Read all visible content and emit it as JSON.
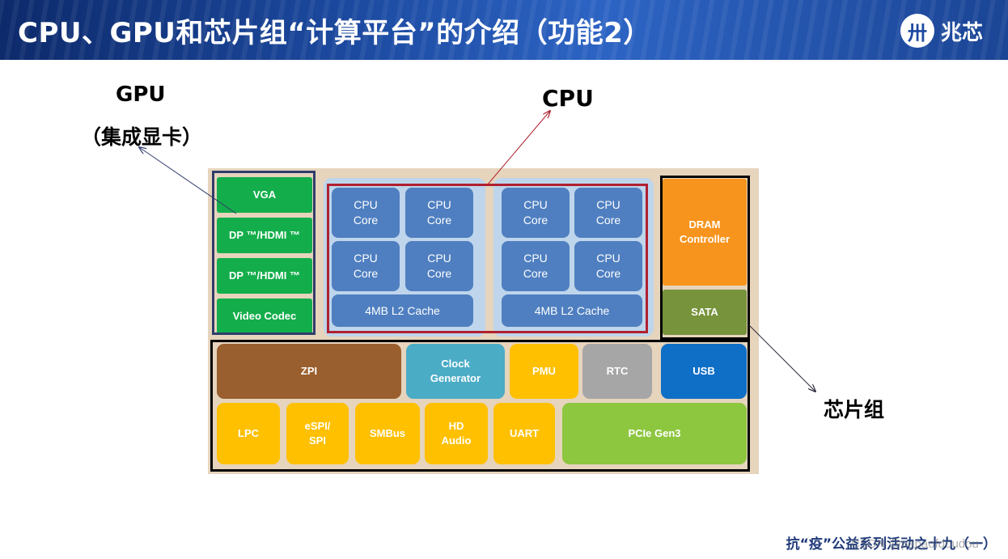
{
  "header": {
    "title": "CPU、GPU和芯片组“计算平台”的介绍（功能2）"
  },
  "logo": {
    "mark": "卅",
    "text": "兆芯"
  },
  "labels": {
    "gpu": "GPU",
    "gpu_sub": "（集成显卡）",
    "cpu": "CPU",
    "chipset": "芯片组"
  },
  "gpu_blocks": [
    "VGA",
    "DP ™/HDMI ™",
    "DP ™/HDMI ™",
    "Video  Codec"
  ],
  "cpu_cores": [
    "CPU\nCore",
    "CPU\nCore",
    "CPU\nCore",
    "CPU\nCore",
    "CPU\nCore",
    "CPU\nCore",
    "CPU\nCore",
    "CPU\nCore"
  ],
  "caches": [
    "4MB L2 Cache",
    "4MB L2 Cache"
  ],
  "chipset_top": [
    "DRAM\nController",
    "SATA"
  ],
  "chipset_row1": [
    "ZPI",
    "Clock\nGenerator",
    "PMU",
    "RTC",
    "USB"
  ],
  "chipset_row2": [
    "LPC",
    "eSPI/\nSPI",
    "SMBus",
    "HD\nAudio",
    "UART",
    "PCIe Gen3"
  ],
  "colors": {
    "green": "#13ae4b",
    "cpu_blue": "#4f7fc0",
    "panel_blue": "#bed5ec",
    "background": "#e6d4bd",
    "orange": "#f7941d",
    "olive": "#77933c",
    "brown": "#9a5f2e",
    "teal": "#4bacc6",
    "yellow": "#ffc000",
    "gray": "#a6a6a6",
    "usb_blue": "#0f6fc6",
    "lime": "#8dc63f",
    "cpu_frame_red": "#b0202e",
    "gpu_frame_navy": "#2f3d6b"
  },
  "footer": {
    "note": "抗“疫”公益系列活动之十九（一）",
    "watermark": "CSDN @papaofdoudou"
  }
}
